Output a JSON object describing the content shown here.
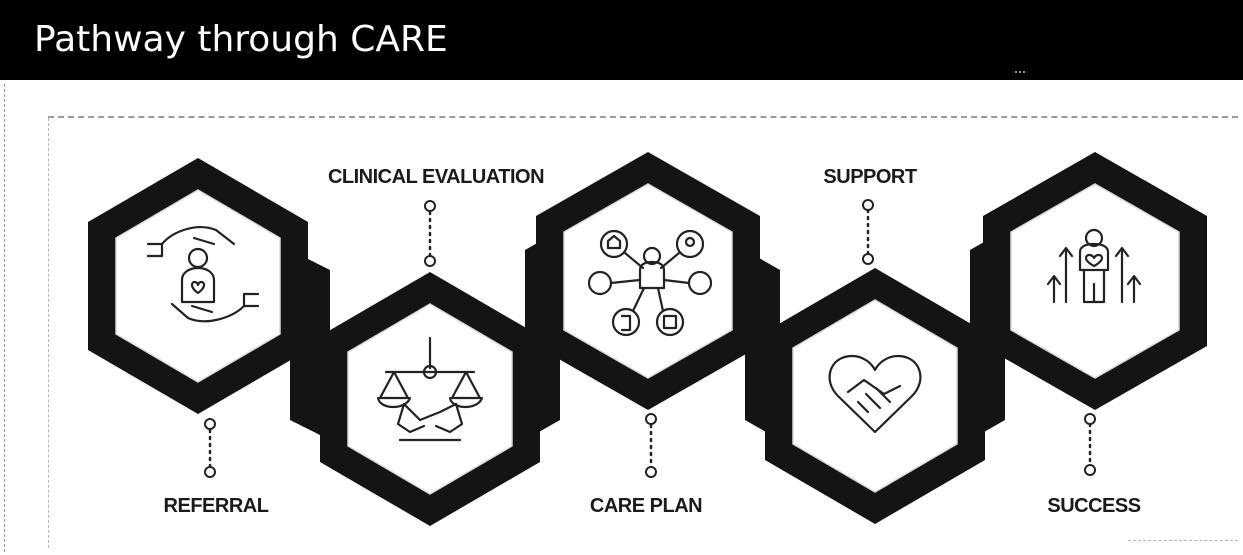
{
  "title": "Pathway through CARE",
  "steps": [
    {
      "label": "REFERRAL",
      "icon": "caring-hands-person-icon"
    },
    {
      "label": "CLINICAL EVALUATION",
      "icon": "scales-handshake-icon"
    },
    {
      "label": "CARE PLAN",
      "icon": "person-network-icon"
    },
    {
      "label": "SUPPORT",
      "icon": "heart-handshake-icon"
    },
    {
      "label": "SUCCESS",
      "icon": "person-arrows-up-icon"
    }
  ],
  "colors": {
    "header_bg": "#000000",
    "header_text": "#ffffff",
    "hexagon_frame": "#141414",
    "label": "#1a1a1a"
  }
}
